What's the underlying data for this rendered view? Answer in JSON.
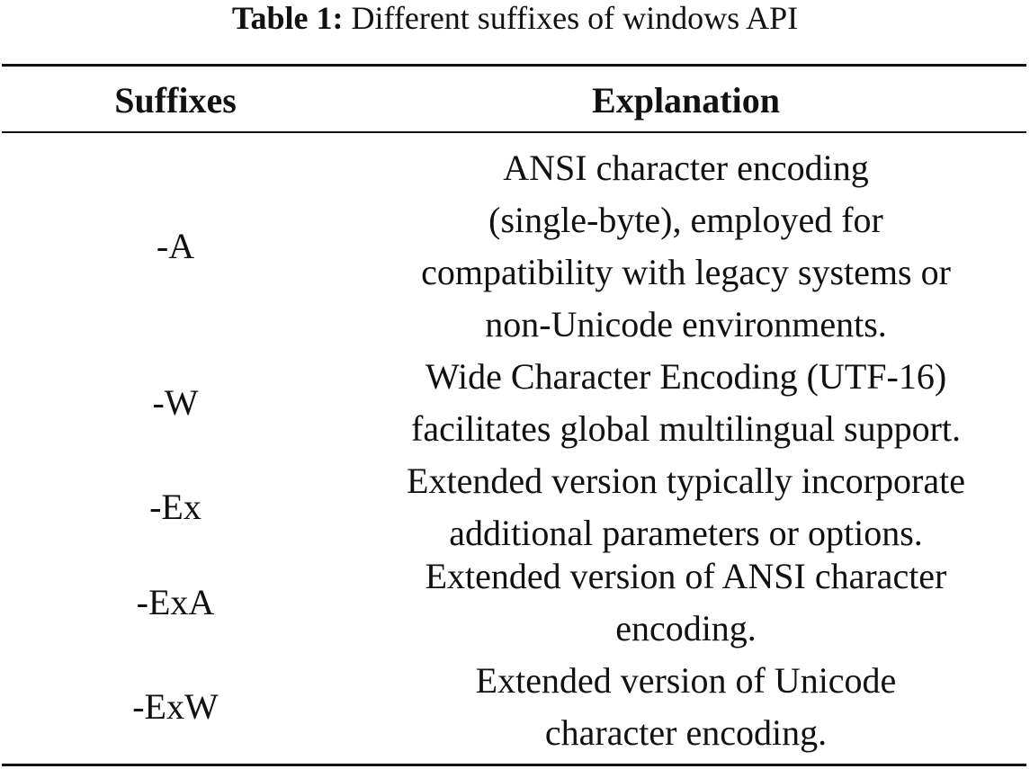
{
  "caption": {
    "label": "Table 1:",
    "text": "Different suffixes of windows API"
  },
  "table": {
    "headers": [
      "Suffixes",
      "Explanation"
    ],
    "rows": [
      {
        "suffix": "-A",
        "explanation_lines": [
          "ANSI character encoding",
          "(single-byte), employed for",
          "compatibility with legacy systems or",
          "non-Unicode environments."
        ]
      },
      {
        "suffix": "-W",
        "explanation_lines": [
          "Wide Character Encoding (UTF-16)",
          "facilitates global multilingual support."
        ]
      },
      {
        "suffix": "-Ex",
        "explanation_lines": [
          "Extended version typically incorporate",
          "additional parameters or options."
        ]
      },
      {
        "suffix": "-ExA",
        "explanation_lines": [
          "Extended version of ANSI character",
          "encoding."
        ]
      },
      {
        "suffix": "-ExW",
        "explanation_lines": [
          "Extended version of Unicode",
          "character encoding."
        ]
      }
    ]
  }
}
